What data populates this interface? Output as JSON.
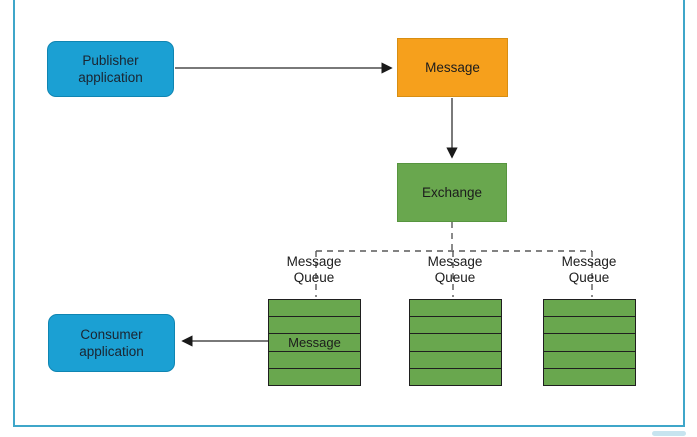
{
  "nodes": {
    "publisher": {
      "label": "Publisher\napplication"
    },
    "message": {
      "label": "Message"
    },
    "exchange": {
      "label": "Exchange"
    },
    "consumer": {
      "label": "Consumer\napplication"
    }
  },
  "queues": [
    {
      "label": "Message\nQueue",
      "message_label": "Message"
    },
    {
      "label": "Message\nQueue"
    },
    {
      "label": "Message\nQueue"
    }
  ],
  "colors": {
    "app_node_fill": "#1BA0D3",
    "app_node_border": "#0F85B2",
    "message_fill": "#F6A01C",
    "exchange_fill": "#69A74E",
    "queue_fill": "#69A74E",
    "queue_row_border": "#1F1F1F",
    "frame_border": "#3FA6C9",
    "connector_solid": "#4D4D4D",
    "connector_dashed": "#595959",
    "arrowhead": "#1A1A1A"
  }
}
